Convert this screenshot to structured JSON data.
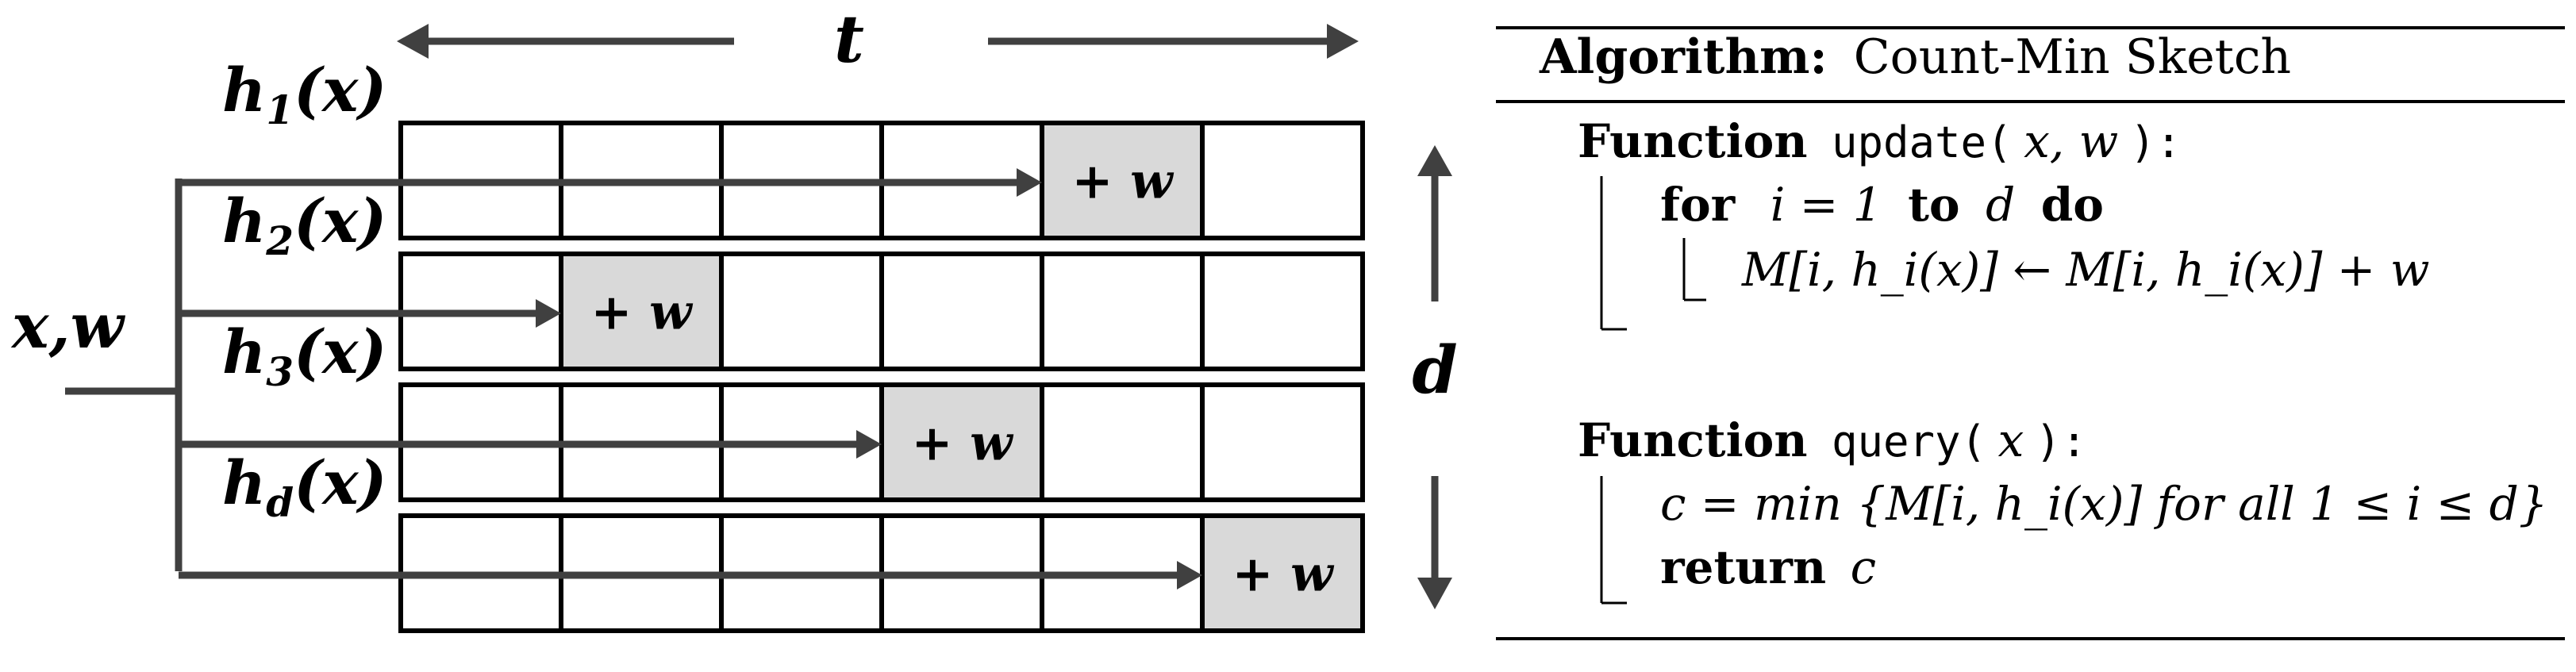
{
  "diagram": {
    "width_label": "t",
    "depth_label": "d",
    "input_label": "x,w",
    "increment_label": "+ w",
    "rows": [
      {
        "hash_name": "h",
        "subscript": "1",
        "arg": "(x)",
        "hit_col": 4
      },
      {
        "hash_name": "h",
        "subscript": "2",
        "arg": "(x)",
        "hit_col": 1
      },
      {
        "hash_name": "h",
        "subscript": "3",
        "arg": "(x)",
        "hit_col": 3
      },
      {
        "hash_name": "h",
        "subscript": "d",
        "arg": "(x)",
        "hit_col": 5
      }
    ],
    "columns": 6,
    "colors": {
      "line": "#404040",
      "cell_fill": "#ffffff",
      "hit_fill": "#d9d9d9",
      "border": "#000000"
    }
  },
  "algorithm": {
    "header_keyword": "Algorithm:",
    "header_name": "Count-Min Sketch",
    "update": {
      "keyword": "Function",
      "name": "update(",
      "params": "x, w",
      "close": "):",
      "for_keyword": "for",
      "for_var": "i = 1",
      "to_keyword": "to",
      "to_var": "d",
      "do_keyword": "do",
      "body": "M[i, h_i(x)] ← M[i, h_i(x)] + w"
    },
    "query": {
      "keyword": "Function",
      "name": "query(",
      "params": "x",
      "close": "):",
      "line1": "c = min {M[i, h_i(x)] for all 1 ≤ i ≤ d}",
      "return_keyword": "return",
      "return_var": "c"
    }
  }
}
